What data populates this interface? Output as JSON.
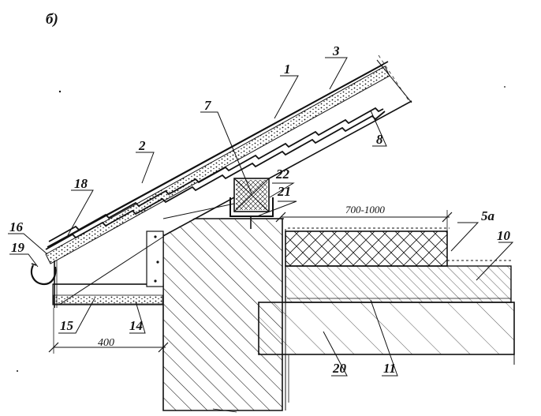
{
  "figure": {
    "label": "б)"
  },
  "dimensions": {
    "overhang": "400",
    "gap": "700-1000"
  },
  "callouts": {
    "c1": "1",
    "c2": "2",
    "c3": "3",
    "c5a": "5а",
    "c7": "7",
    "c8": "8",
    "c10": "10",
    "c11": "11",
    "c14": "14",
    "c15": "15",
    "c16": "16",
    "c18": "18",
    "c19": "19",
    "c20": "20",
    "c21": "21",
    "c22": "22"
  }
}
